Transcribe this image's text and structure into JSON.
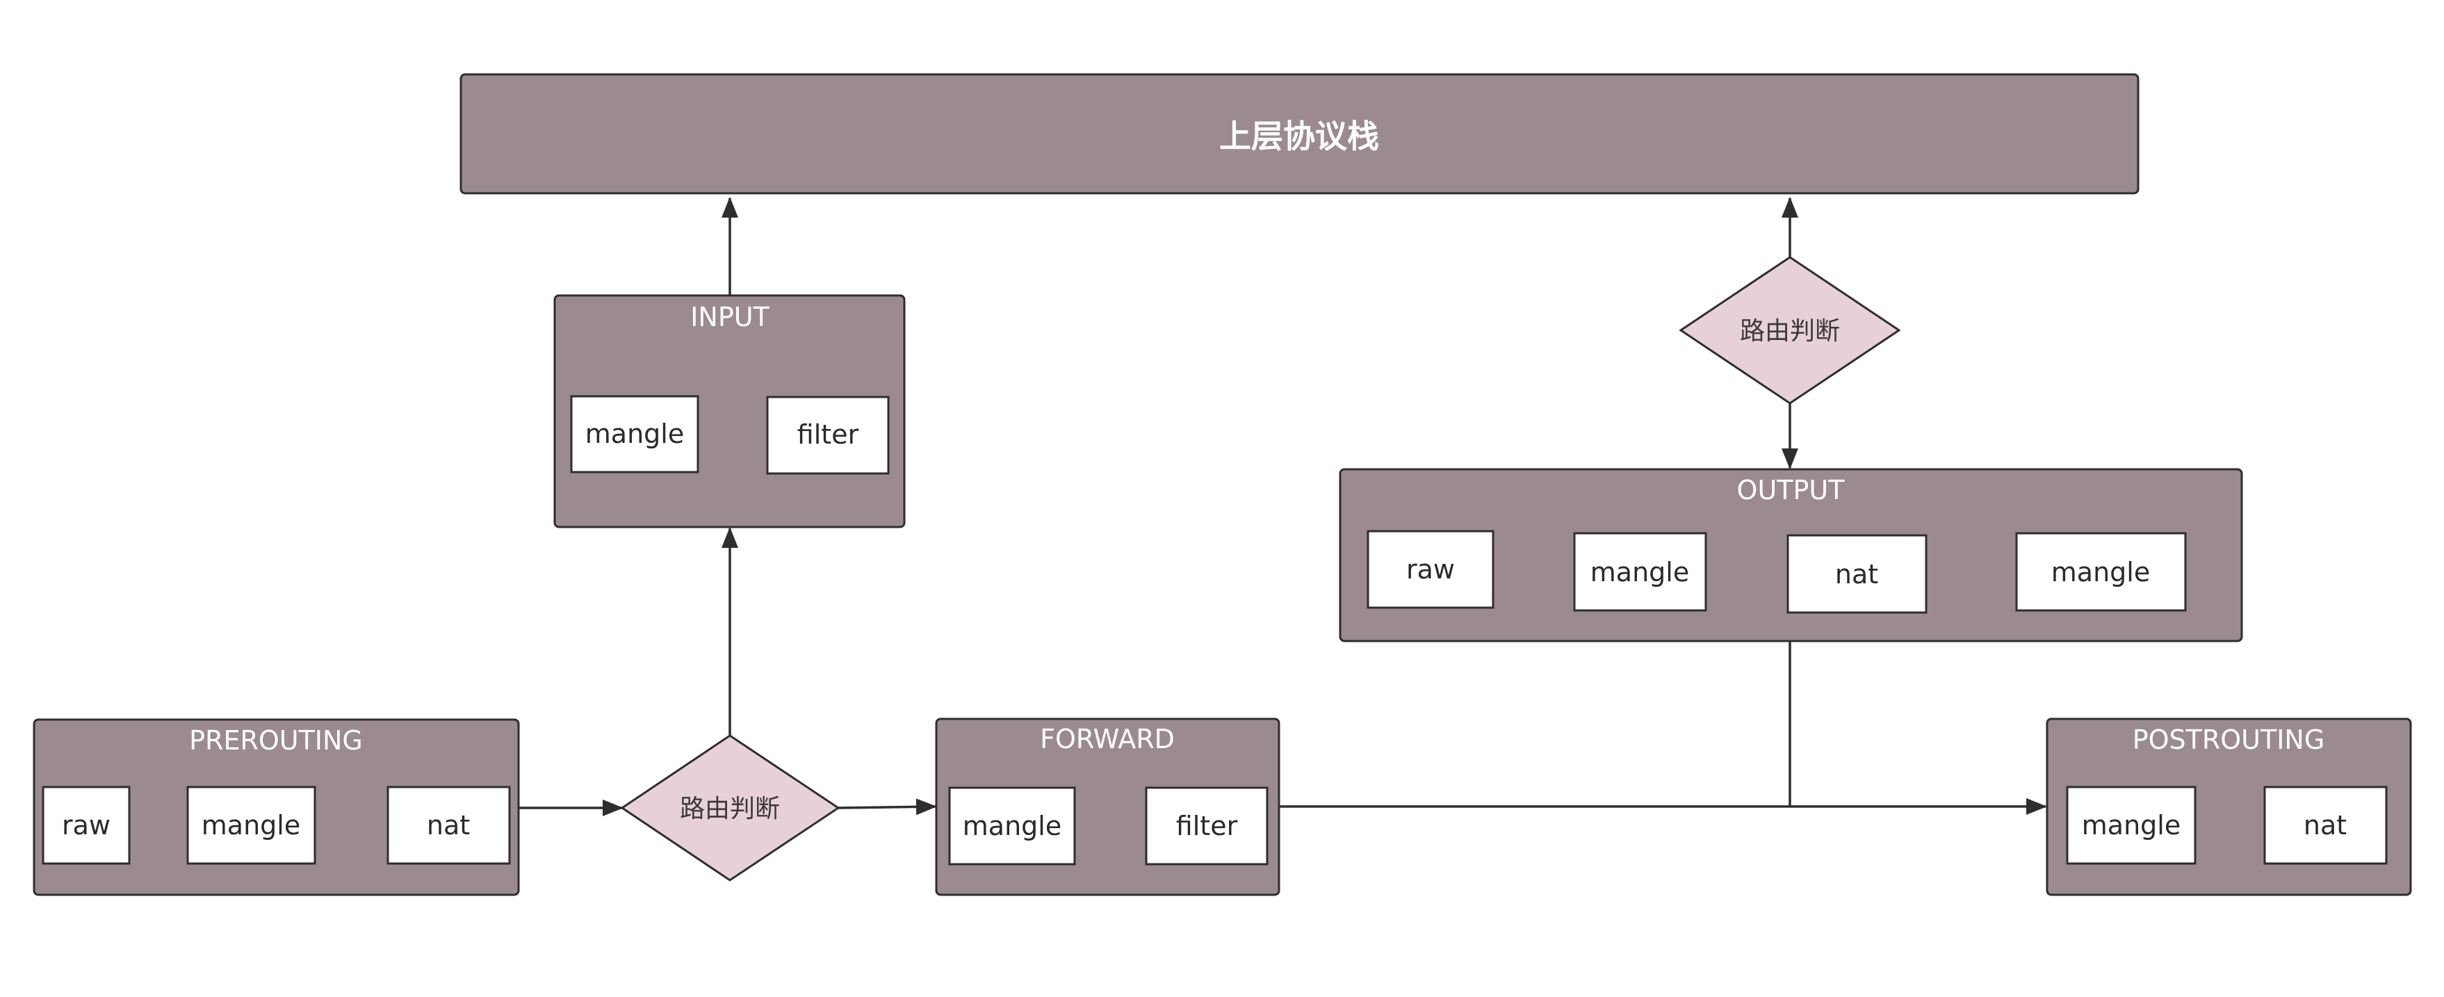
{
  "stack": {
    "label": "上层协议栈"
  },
  "routing_decision_label": "路由判断",
  "chains": {
    "input": {
      "title": "INPUT",
      "tables": [
        "mangle",
        "filter"
      ]
    },
    "output": {
      "title": "OUTPUT",
      "tables": [
        "raw",
        "mangle",
        "nat",
        "mangle"
      ]
    },
    "prerouting": {
      "title": "PREROUTING",
      "tables": [
        "raw",
        "mangle",
        "nat"
      ]
    },
    "forward": {
      "title": "FORWARD",
      "tables": [
        "mangle",
        "filter"
      ]
    },
    "postrouting": {
      "title": "POSTROUTING",
      "tables": [
        "mangle",
        "nat"
      ]
    }
  },
  "colors": {
    "chain_fill": "#9b8b8f",
    "decision_fill": "#e8d1d6",
    "table_fill": "#ffffff",
    "line": "#2e2e2e"
  }
}
